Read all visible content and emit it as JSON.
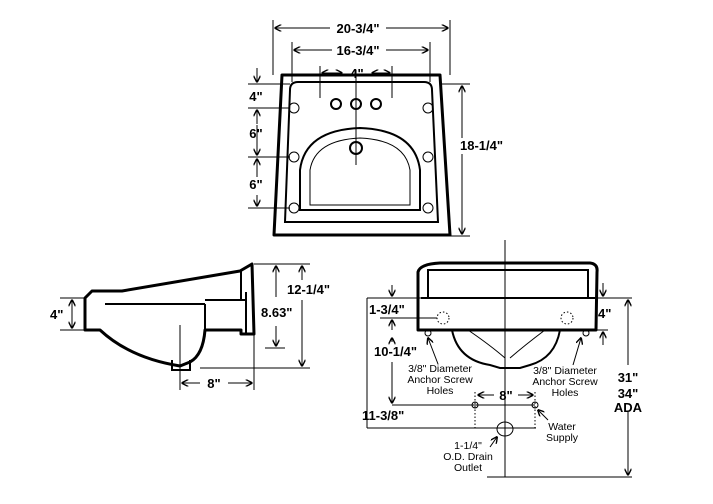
{
  "top_view": {
    "overall_width": "20-3/4\"",
    "inner_width": "16-3/4\"",
    "faucet_spacing": "4\"",
    "left_offsets": [
      "4\"",
      "6\"",
      "6\""
    ],
    "depth": "18-1/4\""
  },
  "side_view": {
    "rim_height": "4\"",
    "bowl_height": "8.63\"",
    "overall_height": "12-1/4\"",
    "drain_to_wall": "8\""
  },
  "front_view": {
    "top_to_hole": "1-3/4\"",
    "hole_to_supply": "10-1/4\"",
    "top_to_drain": "11-3/8\"",
    "bracket_height": "4\"",
    "supply_spacing": "8\"",
    "floor_height": "31\"",
    "ada_height": "34\"",
    "ada_label": "ADA",
    "anchor_left": [
      "3/8\" Diameter",
      "Anchor Screw",
      "Holes"
    ],
    "anchor_right": [
      "3/8\" Diameter",
      "Anchor Screw",
      "Holes"
    ],
    "water_supply": [
      "Water",
      "Supply"
    ],
    "drain_outlet": [
      "1-1/4\"",
      "O.D. Drain",
      "Outlet"
    ]
  }
}
